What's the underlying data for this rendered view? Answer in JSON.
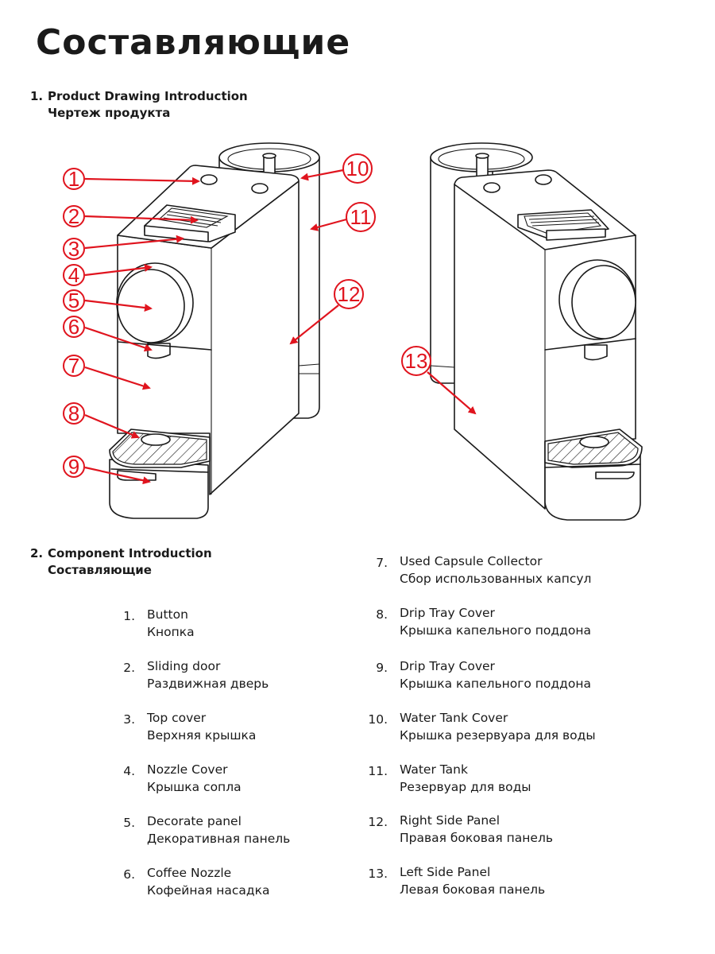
{
  "title": "Составляющие",
  "section1": {
    "number": "1.",
    "title_en": "Product Drawing Introduction",
    "title_ru": "Чертеж продукта"
  },
  "section2": {
    "number": "2.",
    "title_en": "Component Introduction",
    "title_ru": "Составляющие"
  },
  "callouts": [
    "1",
    "2",
    "3",
    "4",
    "5",
    "6",
    "7",
    "8",
    "9",
    "10",
    "11",
    "12",
    "13"
  ],
  "components_left": [
    {
      "n": "1.",
      "en": "Button",
      "ru": "Кнопка"
    },
    {
      "n": "2.",
      "en": "Sliding door",
      "ru": "Раздвижная дверь"
    },
    {
      "n": "3.",
      "en": "Top cover",
      "ru": "Верхняя крышка"
    },
    {
      "n": "4.",
      "en": "Nozzle Cover",
      "ru": "Крышка сопла"
    },
    {
      "n": "5.",
      "en": "Decorate panel",
      "ru": "Декоративная панель"
    },
    {
      "n": "6.",
      "en": "Coffee Nozzle",
      "ru": "Кофейная насадка"
    }
  ],
  "components_right": [
    {
      "n": "7.",
      "en": "Used Capsule Collector",
      "ru": "Сбор использованных капсул"
    },
    {
      "n": "8.",
      "en": "Drip Tray Cover",
      "ru": "Крышка капельного поддона"
    },
    {
      "n": "9.",
      "en": "Drip Tray Cover",
      "ru": "Крышка капельного поддона"
    },
    {
      "n": "10.",
      "en": "Water Tank Cover",
      "ru": "Крышка резервуара для воды"
    },
    {
      "n": "11.",
      "en": "Water Tank",
      "ru": "Резервуар для воды"
    },
    {
      "n": "12.",
      "en": "Right Side Panel",
      "ru": "Правая боковая панель"
    },
    {
      "n": "13.",
      "en": "Left Side Panel",
      "ru": "Левая боковая панель"
    }
  ],
  "colors": {
    "callout": "#e0141e",
    "text": "#1a1a1a"
  }
}
